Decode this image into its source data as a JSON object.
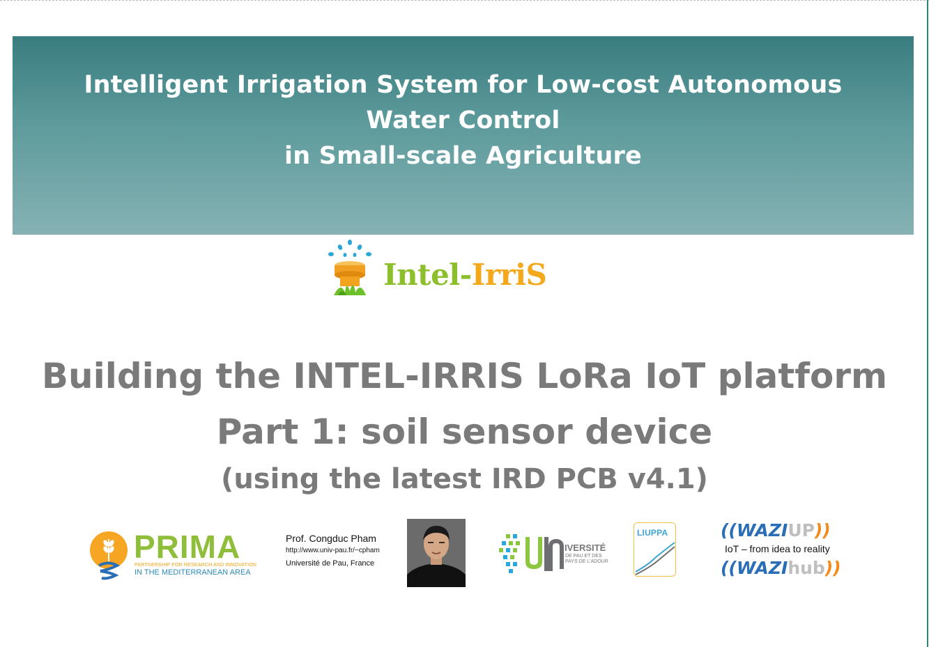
{
  "banner": {
    "title_line1": "Intelligent Irrigation System for Low-cost Autonomous",
    "title_line2": "Water Control",
    "title_line3": "in Small-scale Agriculture"
  },
  "logo": {
    "word_part1": "Intel-",
    "word_part2": "IrriS"
  },
  "subtitle": {
    "line1": "Building the INTEL-IRRIS LoRa IoT platform",
    "line2": "Part 1: soil sensor device",
    "line3": "(using the latest IRD PCB v4.1)"
  },
  "prima": {
    "name": "PRIMA",
    "tagline1": "PARTNERSHIP FOR RESEARCH AND INNOVATION",
    "tagline2": "IN THE MEDITERRANEAN AREA"
  },
  "author": {
    "name": "Prof. Congduc  Pham",
    "url": "http://www.univ-pau.fr/~cpham",
    "university": "Université de Pau, France"
  },
  "upau": {
    "name": "IVERSITÉ",
    "sub1": "DE PAU ET DES",
    "sub2": "PAYS DE L'ADOUR"
  },
  "liuppa": {
    "name": "LIUPPA"
  },
  "waziup": {
    "top_w": "((WAZI",
    "top_o": "UP",
    "top_end": "))",
    "tagline": "IoT – from idea to reality",
    "bottom_w": "((WAZI",
    "bottom_o": "hub",
    "bottom_end": "))"
  },
  "colors": {
    "banner_top": "#3a7d80",
    "banner_bottom": "#86b2b4",
    "subtitle": "#7a7a7a",
    "prima_green": "#8fbf3a",
    "logo_green": "#8cbf2b",
    "logo_orange": "#f4a81c"
  }
}
